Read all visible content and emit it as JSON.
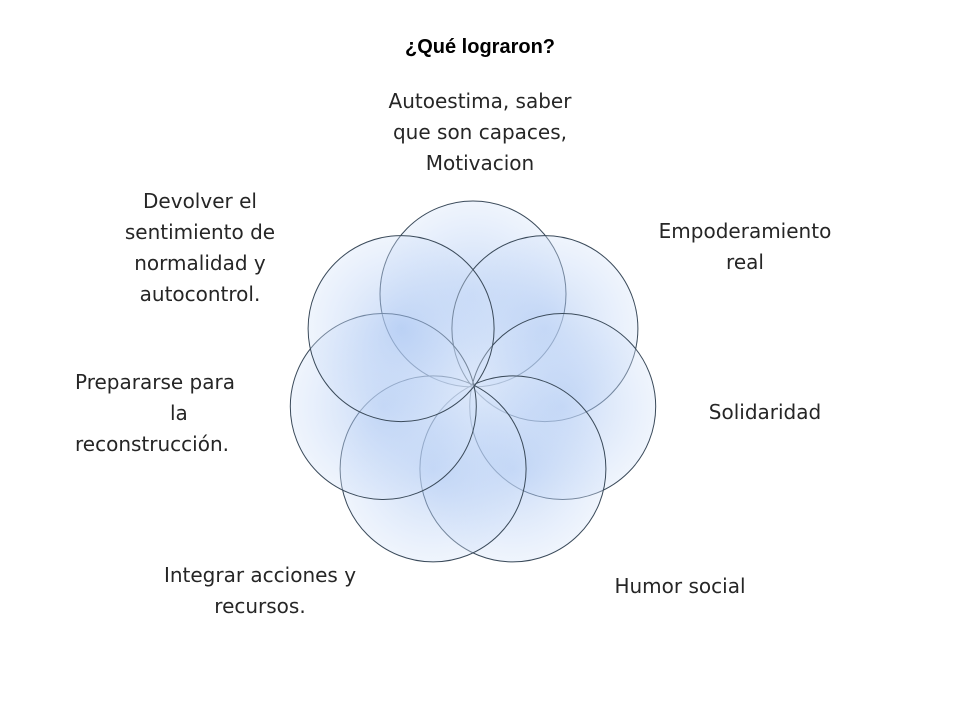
{
  "title": "¿Qué lograron?",
  "petal_color": "#7fa7e8",
  "petal_stroke": "#3a4a5a",
  "labels": [
    {
      "lines": [
        "Autoestima, saber",
        "que son capaces,",
        "Motivacion"
      ]
    },
    {
      "lines": [
        "Empoderamiento",
        "real"
      ]
    },
    {
      "lines": [
        "Solidaridad"
      ]
    },
    {
      "lines": [
        "Humor social"
      ]
    },
    {
      "lines": [
        "Integrar acciones y",
        "recursos."
      ]
    },
    {
      "lines": [
        "Prepararse para",
        "la",
        "reconstrucción."
      ]
    },
    {
      "lines": [
        "Devolver el",
        "sentimiento de",
        "normalidad y",
        "autocontrol."
      ]
    }
  ]
}
